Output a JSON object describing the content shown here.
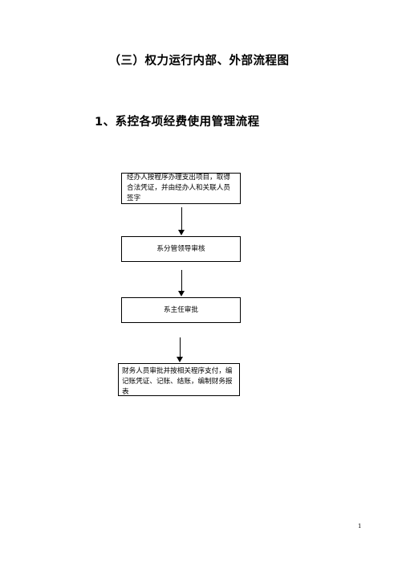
{
  "heading": {
    "title": "（三）权力运行内部、外部流程图",
    "subtitle": "1、系控各项经费使用管理流程"
  },
  "flow": {
    "step1": "经办人按程序办理支出项目，取得合法凭证，并由经办人和关联人员签字",
    "step2": "系分管领导审核",
    "step3": "系主任审批",
    "step4": "财务人员审批并按相关程序支付，编记账凭证、记账、结账，编制财务报表"
  },
  "footer": {
    "page_number": "1"
  }
}
